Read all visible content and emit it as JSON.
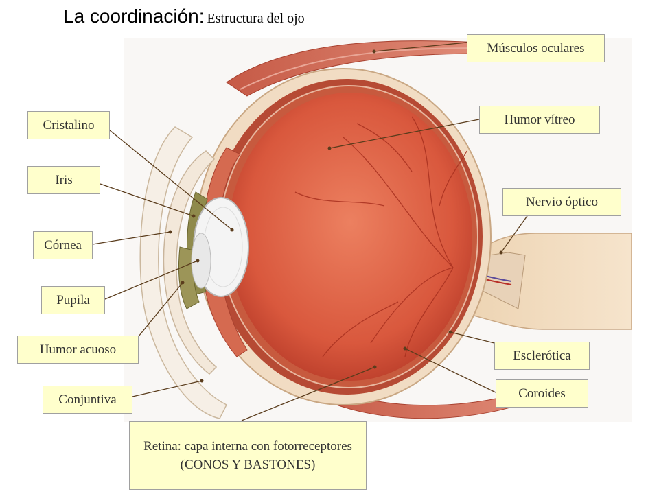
{
  "title": {
    "main": "La coordinación:",
    "subtitle": "Estructura del ojo"
  },
  "labels": {
    "musculos": "Músculos oculares",
    "humor_vitreo": "Humor vítreo",
    "nervio": "Nervio óptico",
    "cristalino": "Cristalino",
    "iris": "Iris",
    "cornea": "Córnea",
    "pupila": "Pupila",
    "humor_acuoso": "Humor acuoso",
    "conjuntiva": "Conjuntiva",
    "esclerotica": "Esclerótica",
    "coroides": "Coroides",
    "retina": "Retina: capa interna con fotorreceptores (CONOS Y BASTONES)"
  },
  "colors": {
    "label_fill": "#ffffcc",
    "vitreous": "#d9583d",
    "sclera": "#f1dcc3",
    "muscle": "#cf6450",
    "iris": "#8f8a4c",
    "leader_line": "#5a3c1c"
  }
}
